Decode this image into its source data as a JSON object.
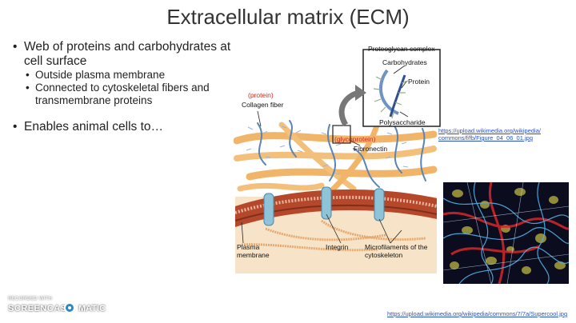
{
  "slide": {
    "title": "Extracellular matrix (ECM)",
    "bullets": [
      {
        "text": "Web of proteins and carbohydrates at cell surface",
        "sub": [
          "Outside plasma membrane",
          "Connected to cytoskeletal fibers and transmembrane proteins"
        ]
      },
      {
        "text": "Enables animal cells to…"
      }
    ]
  },
  "figure": {
    "inset_title": "Proteoglycan complex",
    "inset_labels": [
      "Carbohydrates",
      "Protein",
      "Polysaccharide"
    ],
    "protein_tag": "(protein)",
    "collagen": "Collagen fiber",
    "glycoprotein_tag": "(glycoprotein)",
    "fibronectin": "Fibronectin",
    "plasma_membrane": "Plasma membrane",
    "integrin": "Integrin",
    "microfilaments": "Microfilaments of the cytoskeleton",
    "source_url": "https://upload.wikimedia.org/wikipedia/commons/f/fb/Figure_04_06_01.jpg"
  },
  "photo": {
    "source_url": "https://upload.wikimedia.org/wikipedia/commons/7/7a/Supercool.jpg"
  },
  "watermark": {
    "line1": "RECORDED WITH",
    "brand_left": "SCREENCAST",
    "brand_right": "MATIC"
  }
}
